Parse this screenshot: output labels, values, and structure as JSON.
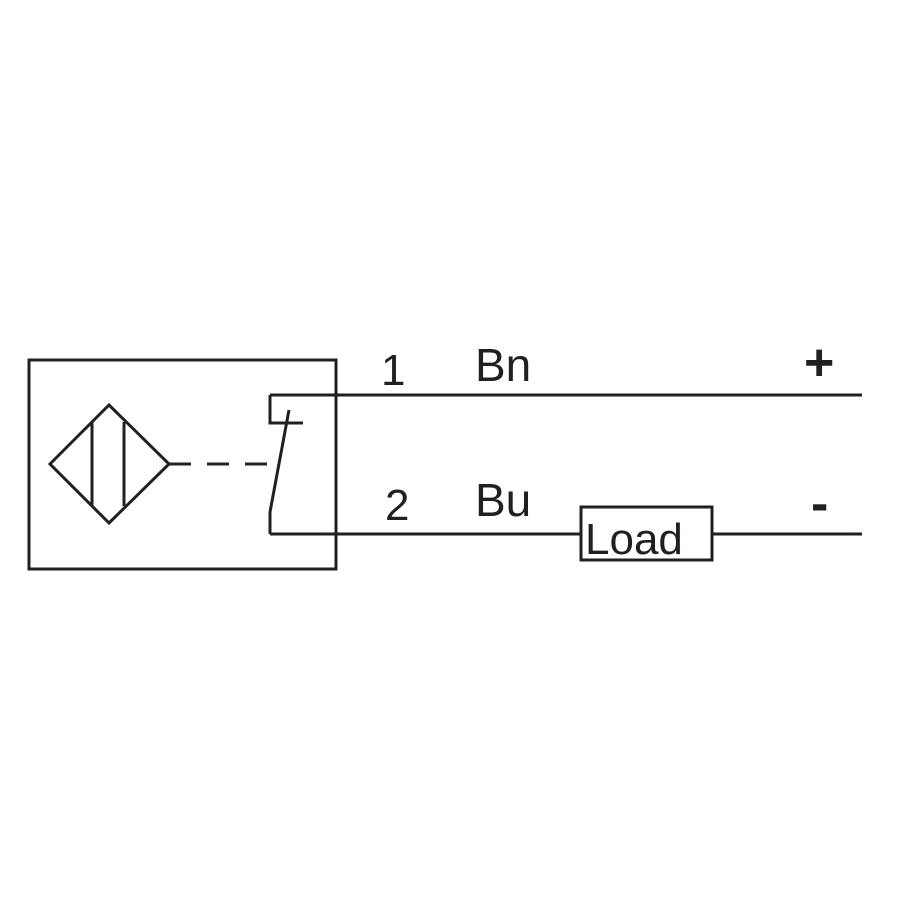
{
  "wires": [
    {
      "pin": "1",
      "color_code": "Bn",
      "polarity": "+"
    },
    {
      "pin": "2",
      "color_code": "Bu",
      "polarity": "-"
    }
  ],
  "load": {
    "label": "Load"
  },
  "colors": {
    "stroke": "#231f20",
    "background": "#ffffff"
  }
}
